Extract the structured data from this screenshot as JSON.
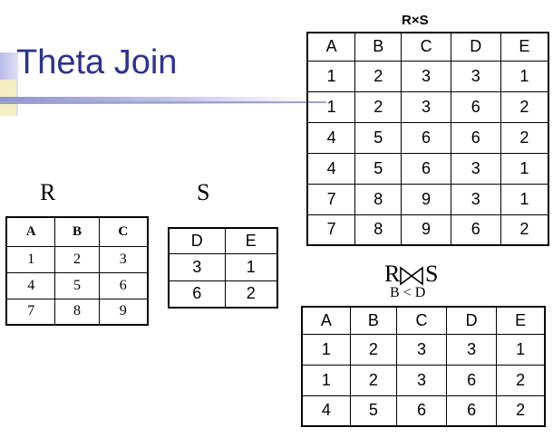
{
  "slide": {
    "title": "Theta Join"
  },
  "relation_r": {
    "label": "R",
    "headers": [
      "A",
      "B",
      "C"
    ],
    "rows": [
      [
        "1",
        "2",
        "3"
      ],
      [
        "4",
        "5",
        "6"
      ],
      [
        "7",
        "8",
        "9"
      ]
    ]
  },
  "relation_s": {
    "label": "S",
    "headers": [
      "D",
      "E"
    ],
    "rows": [
      [
        "3",
        "1"
      ],
      [
        "6",
        "2"
      ]
    ]
  },
  "cross_product": {
    "label": "R×S",
    "headers": [
      "A",
      "B",
      "C",
      "D",
      "E"
    ],
    "rows": [
      [
        "1",
        "2",
        "3",
        "3",
        "1"
      ],
      [
        "1",
        "2",
        "3",
        "6",
        "2"
      ],
      [
        "4",
        "5",
        "6",
        "6",
        "2"
      ],
      [
        "4",
        "5",
        "6",
        "3",
        "1"
      ],
      [
        "7",
        "8",
        "9",
        "3",
        "1"
      ],
      [
        "7",
        "8",
        "9",
        "6",
        "2"
      ]
    ]
  },
  "theta_join": {
    "left": "R",
    "right": "S",
    "condition": "B < D",
    "headers": [
      "A",
      "B",
      "C",
      "D",
      "E"
    ],
    "rows": [
      [
        "1",
        "2",
        "3",
        "3",
        "1"
      ],
      [
        "1",
        "2",
        "3",
        "6",
        "2"
      ],
      [
        "4",
        "5",
        "6",
        "6",
        "2"
      ]
    ]
  }
}
